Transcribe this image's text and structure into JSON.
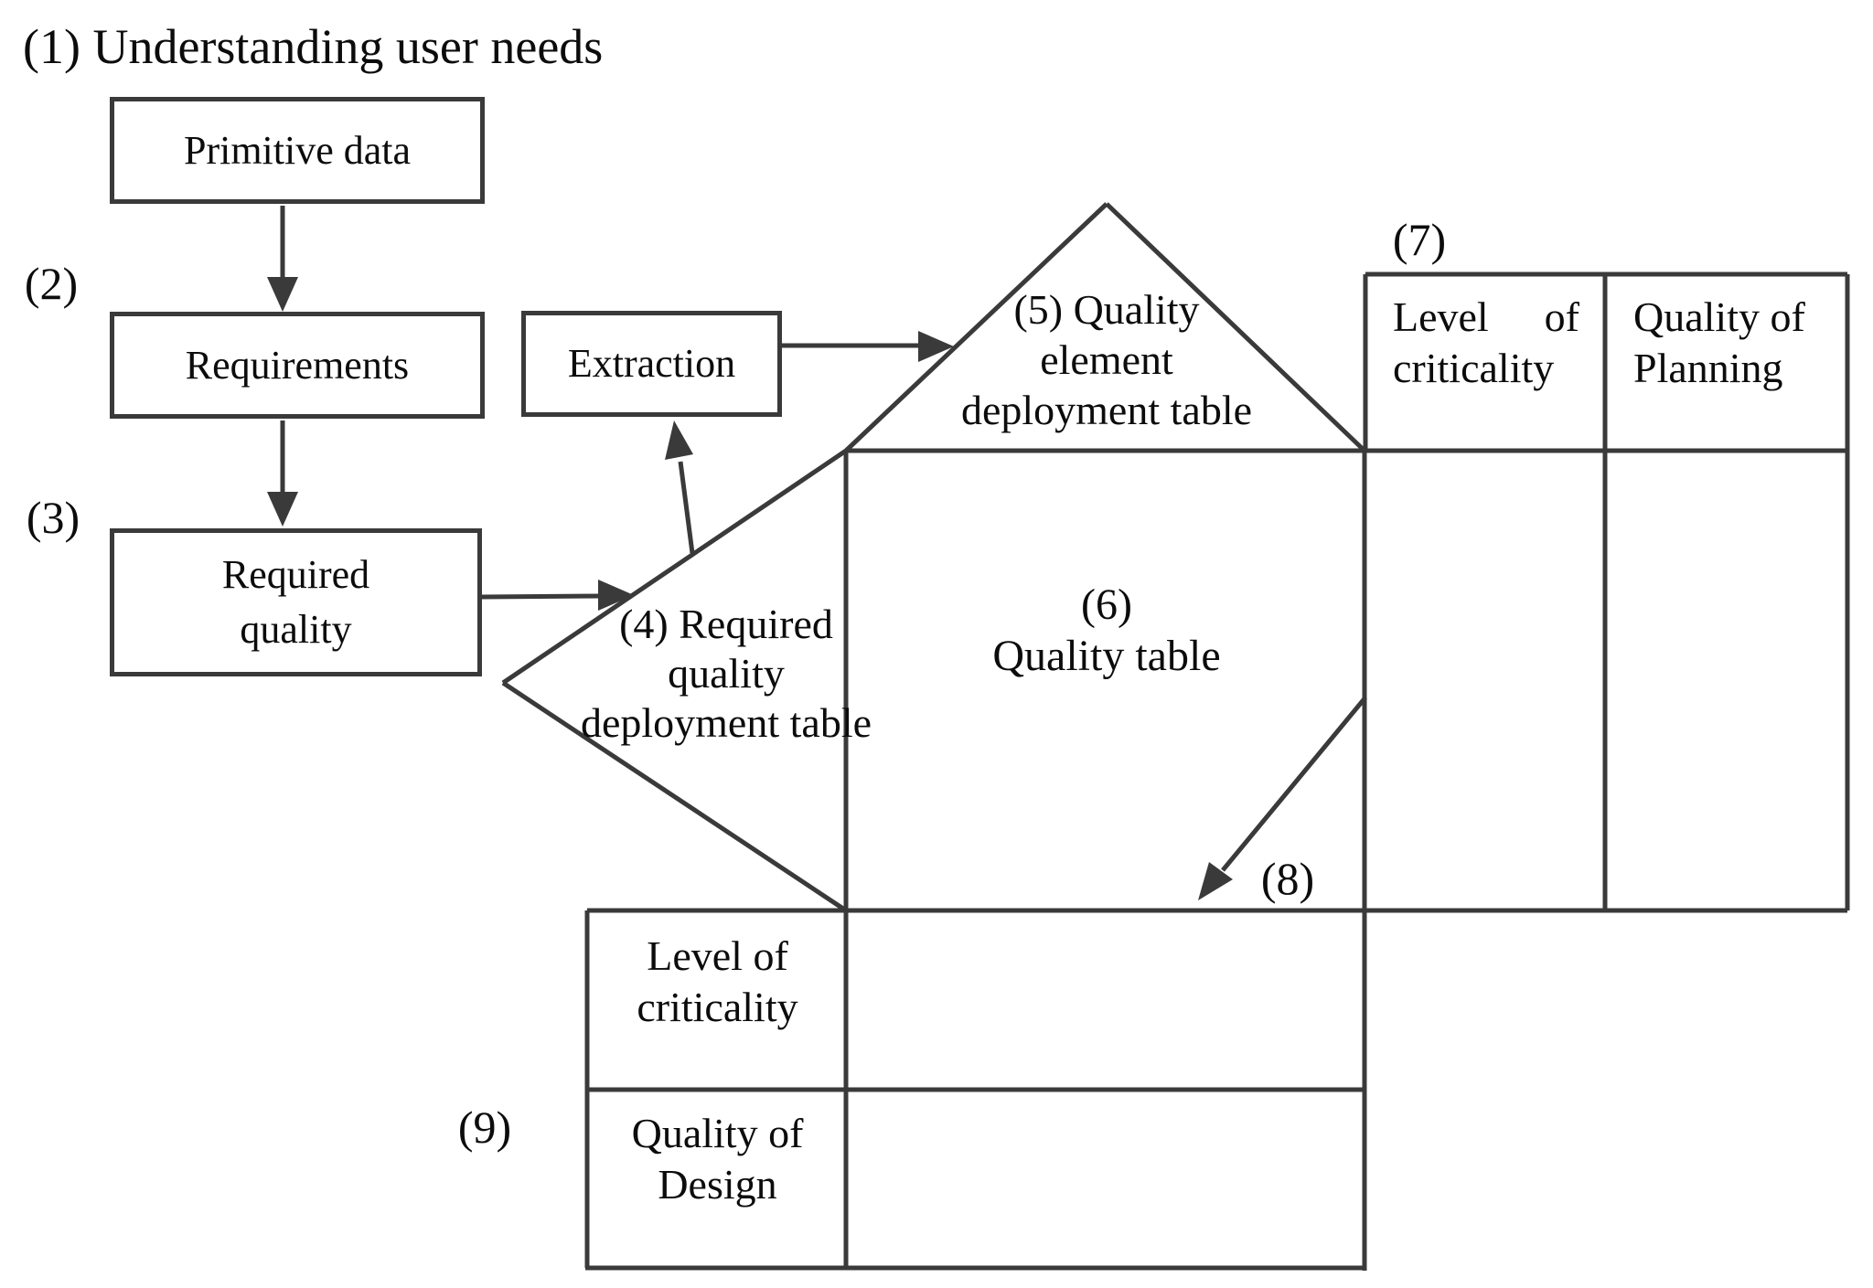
{
  "figure": {
    "title": "(1) Understanding user needs",
    "flow": {
      "primitive_box": "Primitive data",
      "step2_label": "(2)",
      "requirements_box": "Requirements",
      "step3_label": "(3)",
      "required_quality_box": [
        "Required",
        "quality"
      ],
      "extraction_box": "Extraction"
    },
    "house": {
      "roof_label": [
        "(5) Quality",
        "element",
        "deployment table"
      ],
      "left_triangle_label": [
        "(4) Required",
        "quality",
        "deployment table"
      ],
      "center_label": [
        "(6)",
        "Quality table"
      ]
    },
    "right_table": {
      "label": "(7)",
      "col1_header": {
        "word1": "Level",
        "word2": "of",
        "line2": "criticality"
      },
      "col2_header": [
        "Quality of",
        "Planning"
      ]
    },
    "transfer_label": "(8)",
    "bottom_table": {
      "label": "(9)",
      "row1_header": [
        "Level of",
        "criticality"
      ],
      "row2_header": [
        "Quality of",
        "Design"
      ]
    },
    "colors": {
      "stroke": "#3a3a3a",
      "text": "#0c0c0c",
      "background": "#ffffff"
    }
  }
}
